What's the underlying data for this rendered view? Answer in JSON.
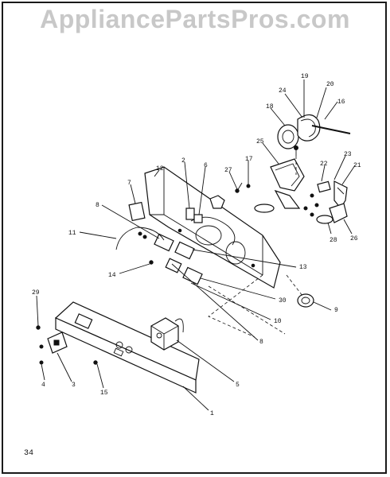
{
  "watermark": "AppliancePartsPros.com",
  "page_number": "34",
  "callouts": [
    {
      "id": "19",
      "text": "19"
    },
    {
      "id": "20",
      "text": "20"
    },
    {
      "id": "24",
      "text": "24"
    },
    {
      "id": "16",
      "text": "16"
    },
    {
      "id": "18",
      "text": "18"
    },
    {
      "id": "25",
      "text": "25"
    },
    {
      "id": "23",
      "text": "23"
    },
    {
      "id": "22",
      "text": "22"
    },
    {
      "id": "21",
      "text": "21"
    },
    {
      "id": "12",
      "text": "12"
    },
    {
      "id": "2",
      "text": "2"
    },
    {
      "id": "6",
      "text": "6"
    },
    {
      "id": "27",
      "text": "27"
    },
    {
      "id": "17",
      "text": "17"
    },
    {
      "id": "7",
      "text": "7"
    },
    {
      "id": "8a",
      "text": "8"
    },
    {
      "id": "11",
      "text": "11"
    },
    {
      "id": "28",
      "text": "28"
    },
    {
      "id": "26",
      "text": "26"
    },
    {
      "id": "13",
      "text": "13"
    },
    {
      "id": "14",
      "text": "14"
    },
    {
      "id": "30",
      "text": "30"
    },
    {
      "id": "9",
      "text": "9"
    },
    {
      "id": "10",
      "text": "10"
    },
    {
      "id": "29",
      "text": "29"
    },
    {
      "id": "8b",
      "text": "8"
    },
    {
      "id": "5",
      "text": "5"
    },
    {
      "id": "4",
      "text": "4"
    },
    {
      "id": "3",
      "text": "3"
    },
    {
      "id": "15",
      "text": "15"
    },
    {
      "id": "1",
      "text": "1"
    }
  ]
}
